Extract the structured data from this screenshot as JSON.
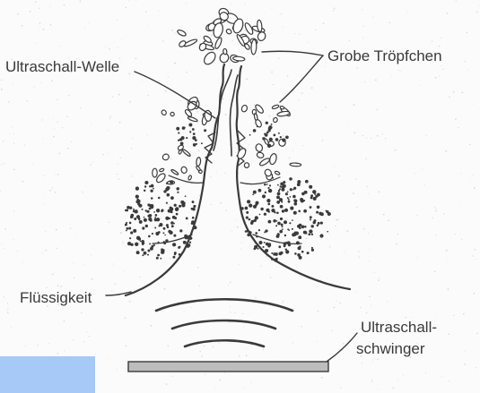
{
  "labels": {
    "ultrasound_wave": "Ultraschall-Welle",
    "coarse_droplets": "Grobe Tröpfchen",
    "liquid": "Flüssigkeit",
    "transducer_line1": "Ultraschall-",
    "transducer_line2": "schwinger"
  },
  "colors": {
    "ink": "#3a3a3a",
    "light_gray": "#bdbdbd",
    "patch": "#a6c9f7",
    "paper": "#fbfbfb"
  }
}
